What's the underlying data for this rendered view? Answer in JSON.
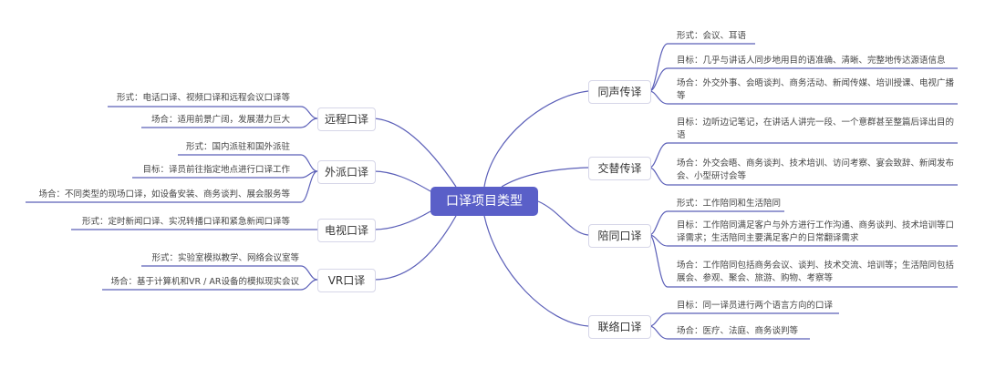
{
  "root": "口译项目类型",
  "branches": {
    "simultaneous": {
      "label": "同声传译",
      "leaves": [
        "形式：会议、耳语",
        "目标：几乎与讲话人同步地用目的语准确、清晰、完整地传达源语信息",
        "场合：外交外事、会晤谈判、商务活动、新闻传媒、培训授课、电视广播等"
      ]
    },
    "consecutive": {
      "label": "交替传译",
      "leaves": [
        "目标：边听边记笔记，在讲话人讲完一段、一个意群甚至整篇后译出目的语",
        "场合：外交会晤、商务谈判、技术培训、访问考察、宴会致辞、新闻发布会、小型研讨会等"
      ]
    },
    "escort": {
      "label": "陪同口译",
      "leaves": [
        "形式：工作陪同和生活陪同",
        "目标：工作陪同满足客户与外方进行工作沟通、商务谈判、技术培训等口译需求；生活陪同主要满足客户的日常翻译需求",
        "场合：工作陪同包括商务会议、谈判、技术交流、培训等；生活陪同包括展会、参观、聚会、旅游、购物、考察等"
      ]
    },
    "liaison": {
      "label": "联络口译",
      "leaves": [
        "目标：同一译员进行两个语言方向的口译",
        "场合：医疗、法庭、商务谈判等"
      ]
    },
    "remote": {
      "label": "远程口译",
      "leaves": [
        "形式：电话口译、视频口译和远程会议口译等",
        "场合：适用前景广阔，发展潜力巨大"
      ]
    },
    "onsite": {
      "label": "外派口译",
      "leaves": [
        "形式：国内派驻和国外派驻",
        "目标：译员前往指定地点进行口译工作",
        "场合：不同类型的现场口译，如设备安装、商务谈判、展会服务等"
      ]
    },
    "tv": {
      "label": "电视口译",
      "leaves": [
        "形式：定时新闻口译、实况转播口译和紧急新闻口译等"
      ]
    },
    "vr": {
      "label": "VR口译",
      "leaves": [
        "形式：实验室模拟教学、网络会议室等",
        "场合：基于计算机和VR / AR设备的模拟现实会议"
      ]
    }
  },
  "colors": {
    "line": "#5b5fb8",
    "root_bg": "#5a5fc8",
    "root_text": "#ffffff"
  }
}
